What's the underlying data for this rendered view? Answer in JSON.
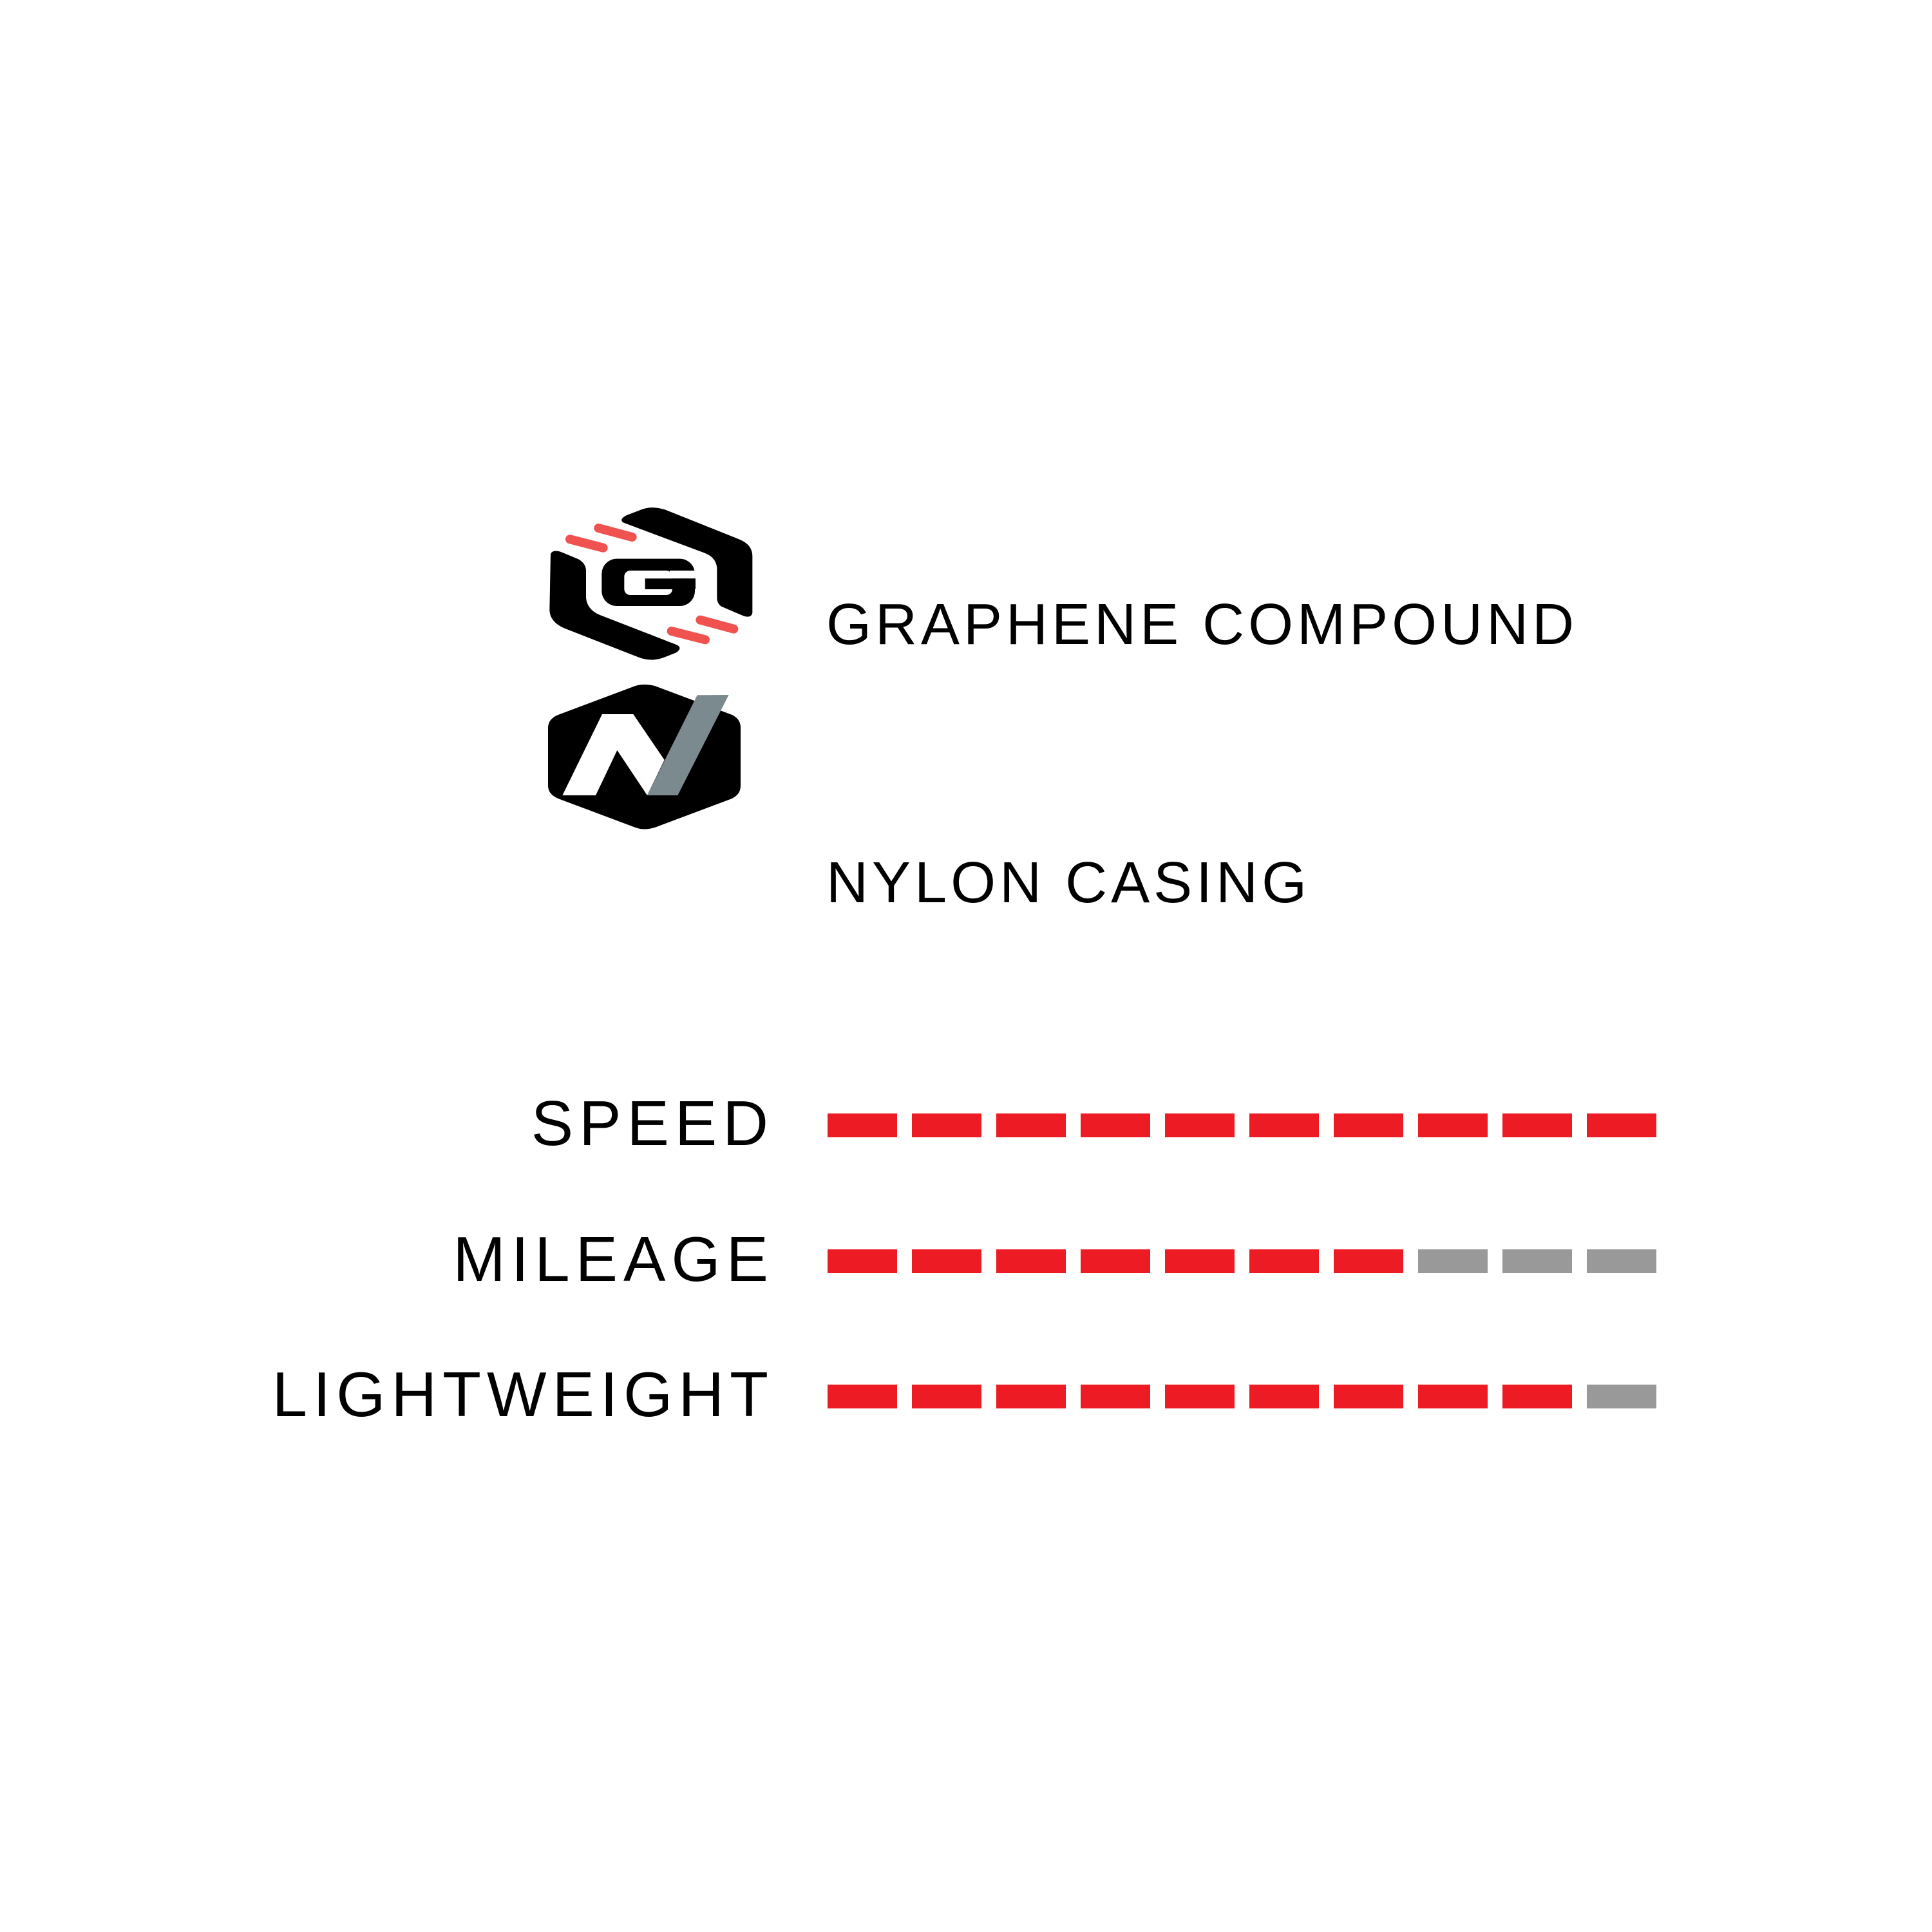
{
  "features": [
    {
      "label": "GRAPHENE COMPOUND",
      "icon": "graphene-g-hexagon-icon"
    },
    {
      "label": "NYLON CASING",
      "icon": "nylon-n-hexagon-icon"
    }
  ],
  "ratings": {
    "max": 10,
    "items": [
      {
        "label": "SPEED",
        "value": 10
      },
      {
        "label": "MILEAGE",
        "value": 7
      },
      {
        "label": "LIGHTWEIGHT",
        "value": 9
      }
    ]
  },
  "colors": {
    "filled": "#ed1c24",
    "empty": "#999999",
    "accent_dash": "#f05250",
    "nylon_grey": "#7a8a8f"
  }
}
